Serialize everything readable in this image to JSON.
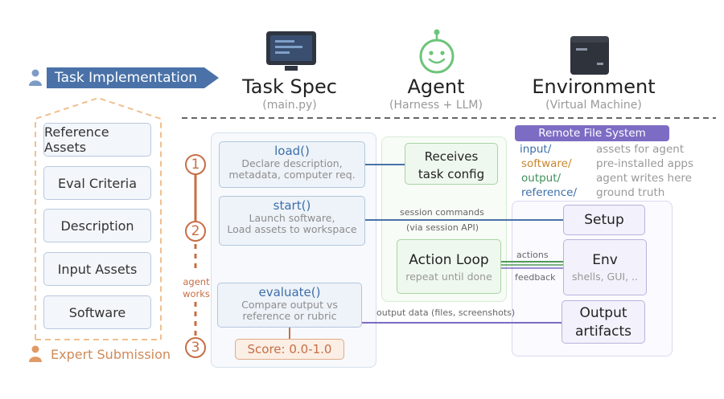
{
  "banner": {
    "label": "Task Implementation"
  },
  "expert": {
    "label": "Expert Submission"
  },
  "left_items": [
    "Reference Assets",
    "Eval Criteria",
    "Description",
    "Input Assets",
    "Software"
  ],
  "columns": {
    "spec": {
      "title": "Task Spec",
      "sub": "(main.py)"
    },
    "agent": {
      "title": "Agent",
      "sub": "(Harness + LLM)"
    },
    "env": {
      "title": "Environment",
      "sub": "(Virtual Machine)"
    }
  },
  "steps": [
    "1",
    "2",
    "3"
  ],
  "agent_works": {
    "line1": "agent",
    "line2": "works"
  },
  "spec_boxes": {
    "load": {
      "title": "load()",
      "line1": "Declare description,",
      "line2": "metadata, computer req."
    },
    "start": {
      "title": "start()",
      "line1": "Launch software,",
      "line2": "Load assets to workspace"
    },
    "evaluate": {
      "title": "evaluate()",
      "line1": "Compare output vs",
      "line2": "reference or rubric"
    }
  },
  "score": {
    "label": "Score: 0.0-1.0"
  },
  "agent_boxes": {
    "receives": {
      "line1": "Receives",
      "line2": "task config"
    },
    "action_loop": {
      "title": "Action Loop",
      "sub": "repeat until done"
    }
  },
  "connectors": {
    "session_commands": "session commands",
    "via_api": "(via session API)",
    "actions": "actions",
    "feedback": "feedback",
    "output_data": "output data (files, screenshots)"
  },
  "rfs": {
    "title": "Remote File System",
    "rows": [
      {
        "dir": "input/",
        "desc": "assets for agent",
        "color": "#3d6ea8"
      },
      {
        "dir": "software/",
        "desc": "pre-installed apps",
        "color": "#c9862e"
      },
      {
        "dir": "output/",
        "desc": "agent writes here",
        "color": "#3f8f5a"
      },
      {
        "dir": "reference/",
        "desc": "ground truth",
        "color": "#3d6ea8"
      }
    ]
  },
  "env_boxes": {
    "setup": "Setup",
    "env": {
      "title": "Env",
      "sub": "shells, GUI, .."
    },
    "output": {
      "line1": "Output",
      "line2": "artifacts"
    }
  },
  "colors": {
    "banner": "#4a72a8",
    "orange": "#c66f45",
    "blue_line": "#4a72a8",
    "green_line": "#4e9a56",
    "purple_line": "#7b6bc3",
    "rfs_header": "#7d6cc4"
  },
  "icons": [
    "person-icon",
    "monitor-icon",
    "robot-icon",
    "terminal-icon"
  ]
}
